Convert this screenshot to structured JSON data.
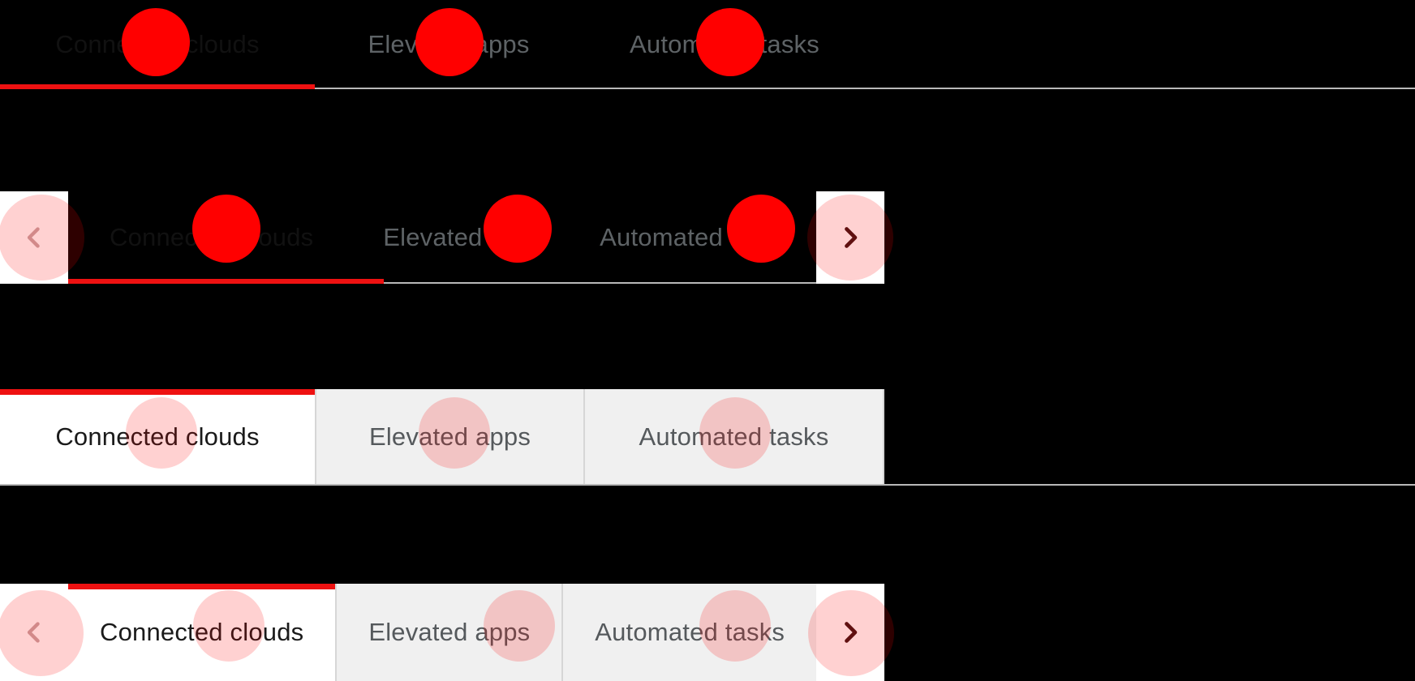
{
  "page": {
    "background_color": "#000000",
    "accent_color": "#ee1111",
    "divider_color": "#b9b9b9",
    "inactive_tab_bg": "#f0f0f0",
    "active_tab_bg": "#ffffff",
    "inactive_text_color": "#55595c",
    "active_text_color": "#1a1a1a"
  },
  "tabs": {
    "items": [
      {
        "label": "Connected clouds",
        "active": true
      },
      {
        "label": "Elevated apps",
        "active": false
      },
      {
        "label": "Automated tasks",
        "active": false
      }
    ]
  },
  "variants": [
    {
      "name": "underline-tabs",
      "scroll_arrows": false,
      "tabs": [
        {
          "label": "Connected clouds",
          "active": true
        },
        {
          "label": "Elevated apps",
          "active": false
        },
        {
          "label": "Automated tasks",
          "active": false
        }
      ]
    },
    {
      "name": "underline-tabs-scrollable",
      "scroll_arrows": true,
      "prev_label": "chevron-left",
      "next_label": "chevron-right",
      "tabs": [
        {
          "label": "Connected clouds",
          "active": true
        },
        {
          "label": "Elevated apps",
          "active": false
        },
        {
          "label": "Automated tasks",
          "active": false
        }
      ]
    },
    {
      "name": "filled-tabs",
      "scroll_arrows": false,
      "tabs": [
        {
          "label": "Connected clouds",
          "active": true
        },
        {
          "label": "Elevated apps",
          "active": false
        },
        {
          "label": "Automated tasks",
          "active": false
        }
      ]
    },
    {
      "name": "filled-tabs-scrollable",
      "scroll_arrows": true,
      "prev_label": "chevron-left",
      "next_label": "chevron-right",
      "tabs": [
        {
          "label": "Connected clouds",
          "active": true
        },
        {
          "label": "Elevated apps",
          "active": false
        },
        {
          "label": "Automated tasks",
          "active": false
        }
      ]
    }
  ],
  "icons": {
    "prev": "chevron-left-icon",
    "next": "chevron-right-icon"
  }
}
